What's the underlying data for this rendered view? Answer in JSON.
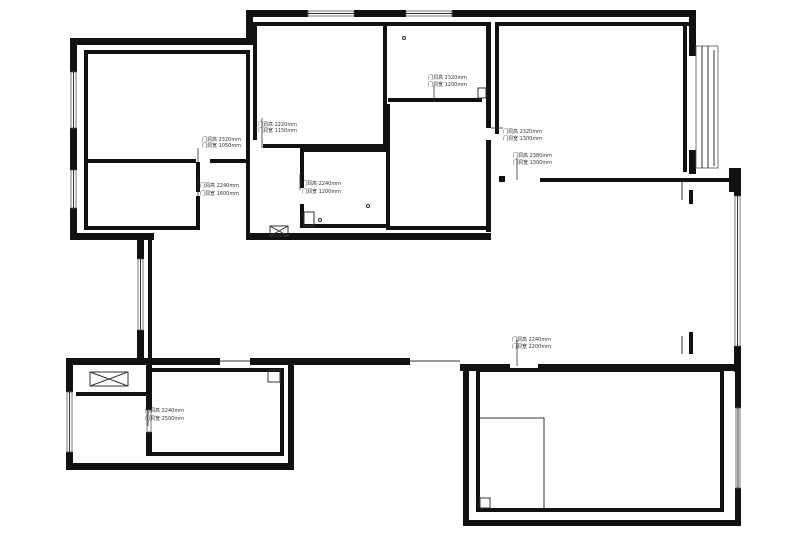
{
  "plan": {
    "door_notes": [
      {
        "height": "门洞高 2320mm",
        "width": "门洞宽 1050mm"
      },
      {
        "height": "门洞高 2220mm",
        "width": "门洞宽 1150mm"
      },
      {
        "height": "门洞高 2240mm",
        "width": "门洞宽 1600mm"
      },
      {
        "height": "门洞高 2240mm",
        "width": "门洞宽 1200mm"
      },
      {
        "height": "门洞高 2320mm",
        "width": "门洞宽 1200mm"
      },
      {
        "height": "门洞高 2320mm",
        "width": "门洞宽 1300mm"
      },
      {
        "height": "门洞高 2380mm",
        "width": "门洞宽 1300mm"
      },
      {
        "height": "门洞高 2240mm",
        "width": "门洞宽 2200mm"
      },
      {
        "height": "门洞高 2240mm",
        "width": "门洞宽 2500mm"
      }
    ]
  }
}
